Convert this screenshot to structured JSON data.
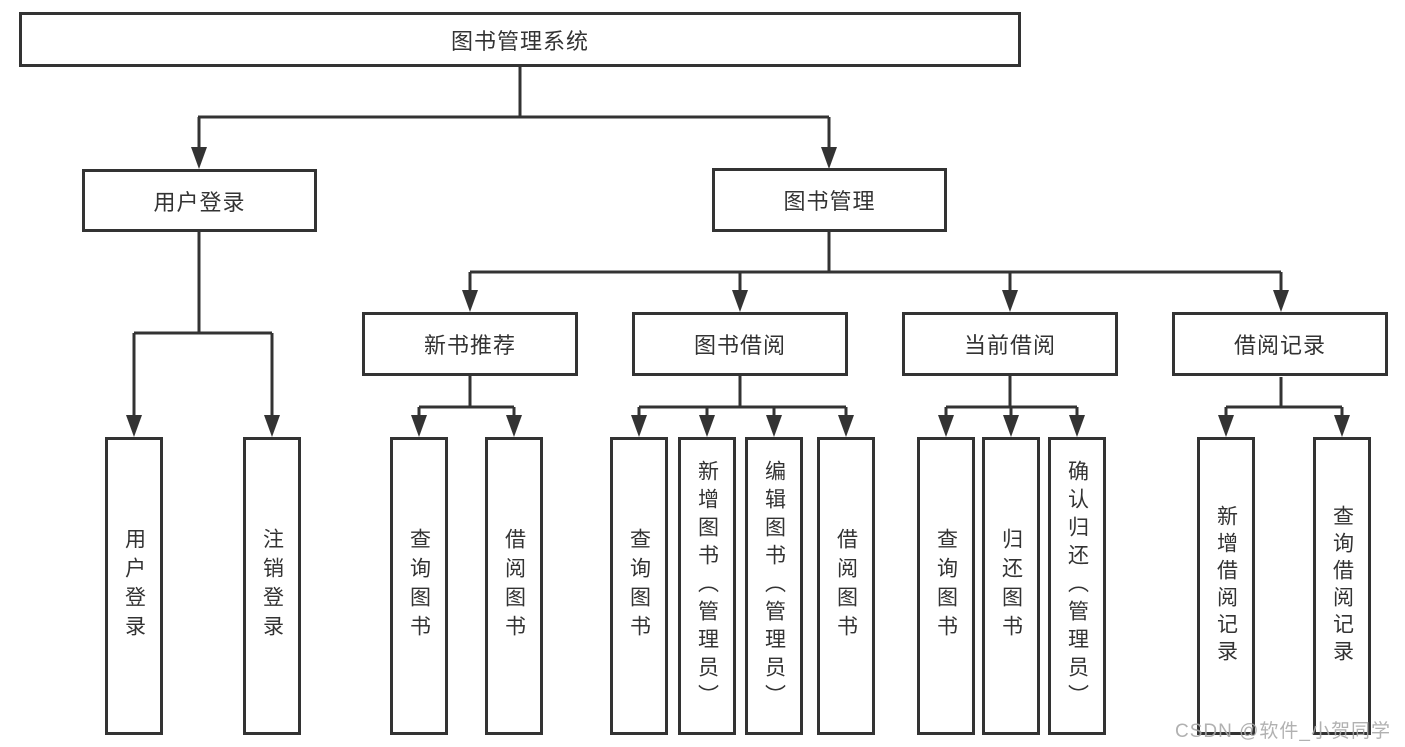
{
  "diagram": {
    "type": "hierarchy-tree",
    "colors": {
      "line": "#333333",
      "text": "#333333",
      "box_background": "#ffffff",
      "page_background": "#ffffff",
      "watermark": "#a9a9a9"
    },
    "tree": {
      "label": "图书管理系统",
      "children": [
        {
          "label": "用户登录",
          "children": [
            {
              "label": "用户登录"
            },
            {
              "label": "注销登录"
            }
          ]
        },
        {
          "label": "图书管理",
          "children": [
            {
              "label": "新书推荐",
              "children": [
                {
                  "label": "查询图书"
                },
                {
                  "label": "借阅图书"
                }
              ]
            },
            {
              "label": "图书借阅",
              "children": [
                {
                  "label": "查询图书"
                },
                {
                  "label": "新增图书（管理员）"
                },
                {
                  "label": "编辑图书（管理员）"
                },
                {
                  "label": "借阅图书"
                }
              ]
            },
            {
              "label": "当前借阅",
              "children": [
                {
                  "label": "查询图书"
                },
                {
                  "label": "归还图书"
                },
                {
                  "label": "确认归还（管理员）"
                }
              ]
            },
            {
              "label": "借阅记录",
              "children": [
                {
                  "label": "新增借阅记录"
                },
                {
                  "label": "查询借阅记录"
                }
              ]
            }
          ]
        }
      ]
    },
    "watermark": {
      "text": "CSDN @软件_小贺同学"
    }
  }
}
